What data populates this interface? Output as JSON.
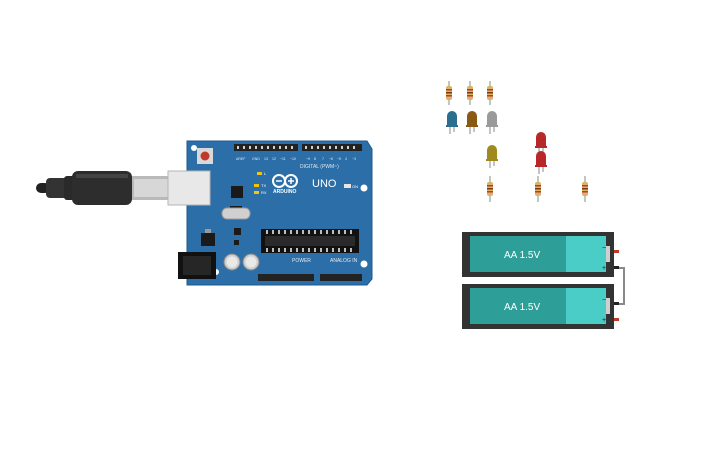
{
  "arduino": {
    "logo_text": "ARDUINO",
    "model": "UNO",
    "digital_label": "DIGITAL (PWM~)",
    "power_label": "POWER",
    "analog_label": "ANALOG IN",
    "led_on_label": "ON",
    "tx_label": "TX",
    "rx_label": "RX",
    "l_label": "L"
  },
  "batteries": [
    {
      "label": "AA 1.5V"
    },
    {
      "label": "AA 1.5V"
    }
  ],
  "battery_plus": "+",
  "battery_minus": "−",
  "colors": {
    "board": "#2b6ea8",
    "board_edge": "#1f5a8c",
    "battery_body": "#2e9e98",
    "battery_cap": "#49cdc6",
    "holder": "#333333",
    "led_blue": "#2a6f8f",
    "led_brown": "#8a5a14",
    "led_grey": "#9a9a9a",
    "led_yellow": "#a08a1e",
    "led_red": "#b82828",
    "resistor": "#d9b36a"
  },
  "icons": {
    "usb": "usb-cable-icon",
    "resistor": "resistor-icon",
    "led": "led-icon"
  }
}
